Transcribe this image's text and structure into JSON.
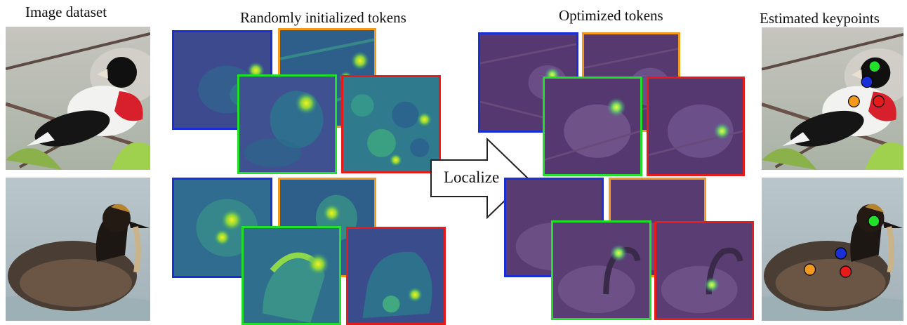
{
  "columns": {
    "dataset": "Image dataset",
    "random": "Randomly initialized tokens",
    "optimized": "Optimized tokens",
    "keypoints": "Estimated keypoints"
  },
  "arrow": {
    "label": "Localize"
  },
  "token_colors": {
    "blue": "#1a2fd8",
    "orange": "#f39a1c",
    "green": "#22e02a",
    "red": "#e81b1b"
  }
}
